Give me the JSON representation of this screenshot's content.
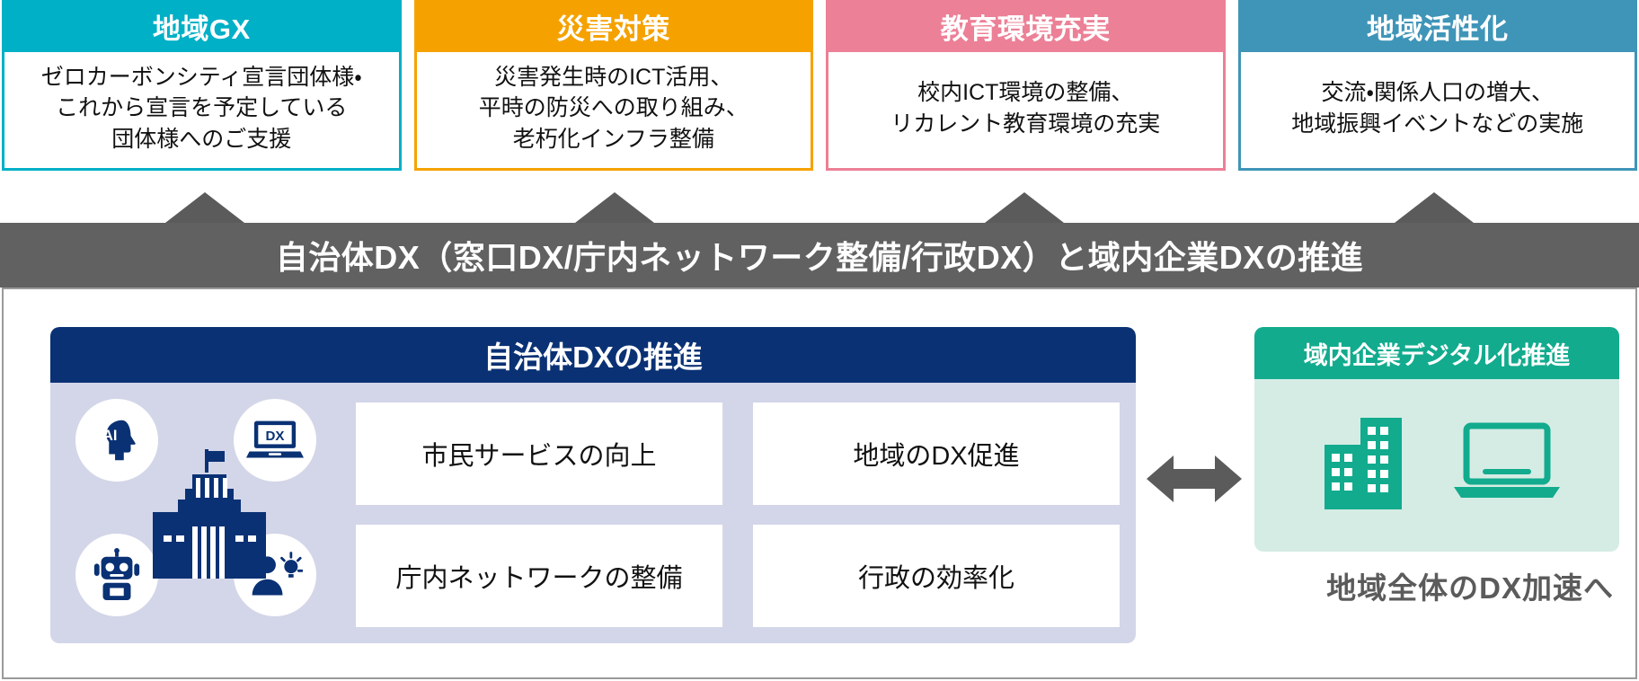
{
  "theme_cards": [
    {
      "title": "地域GX",
      "body": "ゼロカーボンシティ宣言団体様・\nこれから宣言を予定している\n団体様へのご支援",
      "header_color": "#00b0c7",
      "border_color": "#00b0c7"
    },
    {
      "title": "災害対策",
      "body": "災害発生時のICT活用、\n平時の防災への取り組み、\n老朽化インフラ整備",
      "header_color": "#f5a200",
      "border_color": "#f5a200"
    },
    {
      "title": "教育環境充実",
      "body": "校内ICT環境の整備、\nリカレント教育環境の充実",
      "header_color": "#ec8096",
      "border_color": "#ec8096"
    },
    {
      "title": "地域活性化",
      "body": "交流・関係人口の増大、\n地域振興イベントなどの実施",
      "header_color": "#3f95b8",
      "border_color": "#3f95b8"
    }
  ],
  "arrows": {
    "icon": "triangle-up-icon",
    "color": "#5b5b5b",
    "count": 4
  },
  "banner": {
    "text": "自治体DX（窓口DX/庁内ネットワーク整備/行政DX）と域内企業DXの推進",
    "background": "#616161",
    "text_color": "#ffffff"
  },
  "gov_panel": {
    "header": "自治体DXの推進",
    "header_color": "#0a3174",
    "background": "#d3d6e8",
    "icons": [
      {
        "name": "ai-head-icon",
        "label": "AI"
      },
      {
        "name": "dx-laptop-icon",
        "label": "DX"
      },
      {
        "name": "robot-icon",
        "label": ""
      },
      {
        "name": "person-idea-icon",
        "label": ""
      },
      {
        "name": "government-building-icon",
        "label": ""
      }
    ],
    "boxes": [
      "市民サービスの向上",
      "地域のDX促進",
      "庁内ネットワークの整備",
      "行政の効率化"
    ]
  },
  "exchange_arrow": {
    "icon": "double-arrow-horizontal-icon",
    "color": "#5b5b5b"
  },
  "biz_panel": {
    "header": "域内企業デジタル化推進",
    "header_color": "#12ab8e",
    "background": "#d5ece4",
    "icons": [
      {
        "name": "office-building-icon"
      },
      {
        "name": "laptop-icon"
      }
    ],
    "note": "地域全体のDX加速へ",
    "note_color": "#5b5b5b"
  }
}
